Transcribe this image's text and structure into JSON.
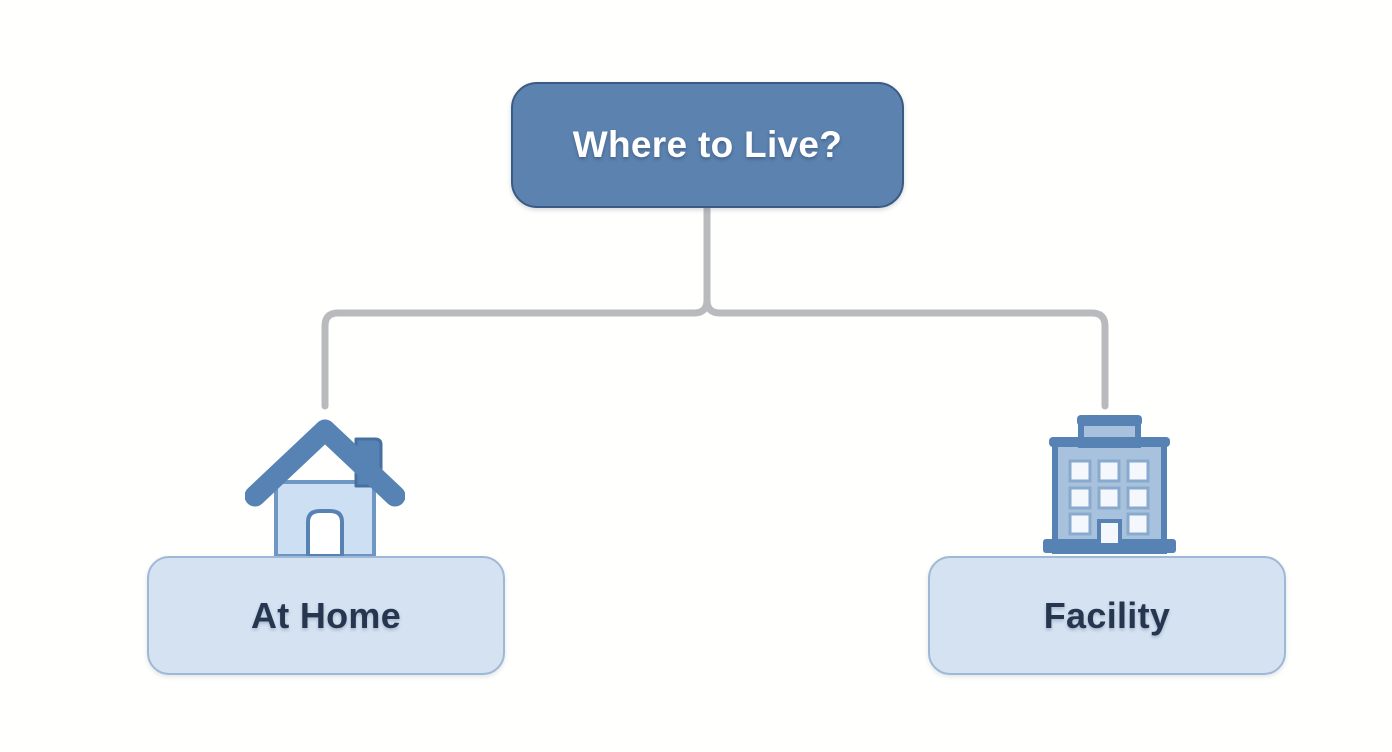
{
  "diagram": {
    "type": "tree",
    "background_color": "#fffffd",
    "root": {
      "label": "Where to Live?",
      "fill_color": "#5c82af",
      "border_color": "#3b5a84",
      "text_color": "#ffffff"
    },
    "branches": [
      {
        "label": "At Home",
        "icon": "house-icon",
        "fill_color": "#d4e2f2",
        "border_color": "#9fb8d6",
        "text_color": "#27364f"
      },
      {
        "label": "Facility",
        "icon": "building-icon",
        "fill_color": "#d4e2f2",
        "border_color": "#9fb8d6",
        "text_color": "#27364f"
      }
    ],
    "connector_color": "#b8babd"
  }
}
